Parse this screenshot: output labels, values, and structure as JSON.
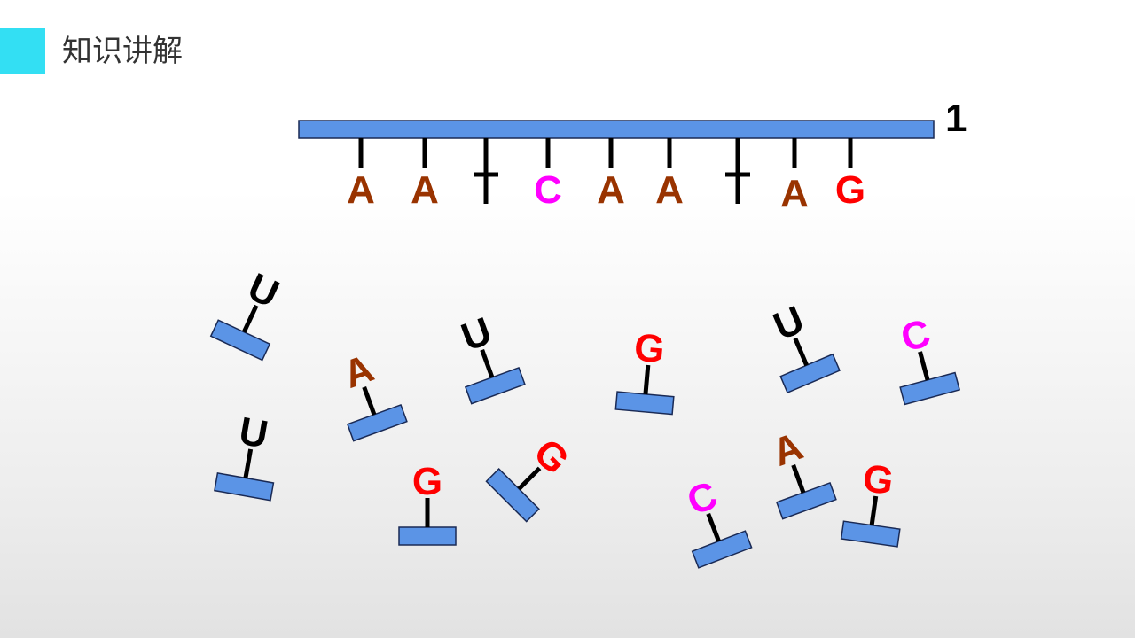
{
  "title": "知识讲解",
  "strand_number": "1",
  "colors": {
    "accent": "#33dff3",
    "strand": "#5b94e6",
    "A": "#993300",
    "C": "#ff00ff",
    "G": "#ff0000",
    "T": "#000000",
    "U": "#000000"
  },
  "template_strand": {
    "bases": [
      "A",
      "A",
      "T",
      "C",
      "A",
      "A",
      "T",
      "A",
      "G"
    ]
  },
  "free_nucleotides": [
    "U",
    "A",
    "U",
    "G",
    "U",
    "C",
    "U",
    "G",
    "G",
    "C",
    "A",
    "G"
  ]
}
